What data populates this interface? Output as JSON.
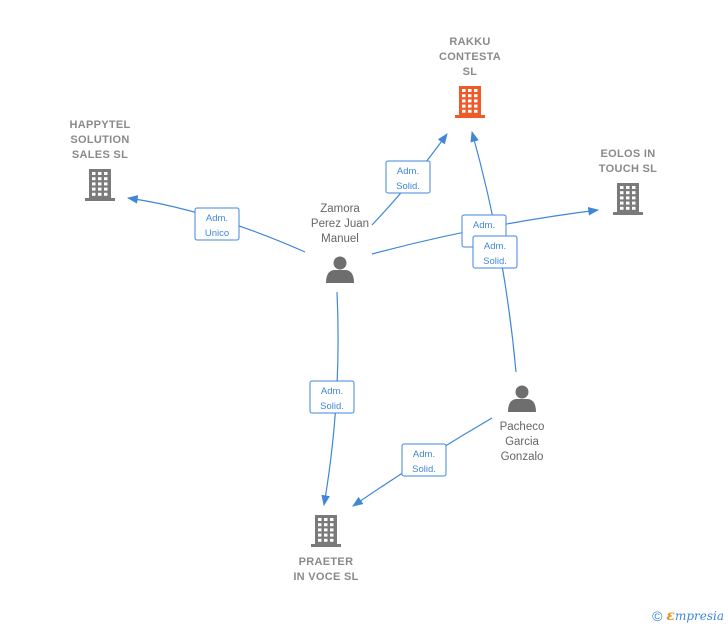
{
  "nodes": {
    "rakku": {
      "lines": [
        "RAKKU",
        "CONTESTA",
        "SL"
      ],
      "color": "#f05a28"
    },
    "happytel": {
      "lines": [
        "HAPPYTEL",
        "SOLUTION",
        "SALES SL"
      ],
      "color": "#7a7a7a"
    },
    "eolos": {
      "lines": [
        "EOLOS IN",
        "TOUCH SL"
      ],
      "color": "#7a7a7a"
    },
    "praeter": {
      "lines": [
        "PRAETER",
        "IN VOCE SL"
      ],
      "color": "#7a7a7a"
    },
    "zamora": {
      "lines": [
        "Zamora",
        "Perez Juan",
        "Manuel"
      ],
      "color": "#6e6e6e"
    },
    "pacheco": {
      "lines": [
        "Pacheco",
        "Garcia",
        "Gonzalo"
      ],
      "color": "#6e6e6e"
    }
  },
  "edges": [
    {
      "id": "zamora-happytel",
      "role": [
        "Adm.",
        "Unico"
      ]
    },
    {
      "id": "zamora-rakku",
      "role": [
        "Adm.",
        "Solid."
      ]
    },
    {
      "id": "zamora-eolos",
      "role": [
        "Adm.",
        "Solid."
      ]
    },
    {
      "id": "pacheco-rakku",
      "role": [
        "Adm.",
        "Solid."
      ]
    },
    {
      "id": "zamora-praeter",
      "role": [
        "Adm.",
        "Solid."
      ]
    },
    {
      "id": "pacheco-praeter",
      "role": [
        "Adm.",
        "Solid."
      ]
    }
  ],
  "footer": {
    "copyright": "©",
    "brand_first": "ε",
    "brand_rest": "mpresia"
  },
  "colors": {
    "edge": "#3f87d9",
    "accent": "#f05a28",
    "building": "#7a7a7a",
    "person": "#6e6e6e"
  }
}
